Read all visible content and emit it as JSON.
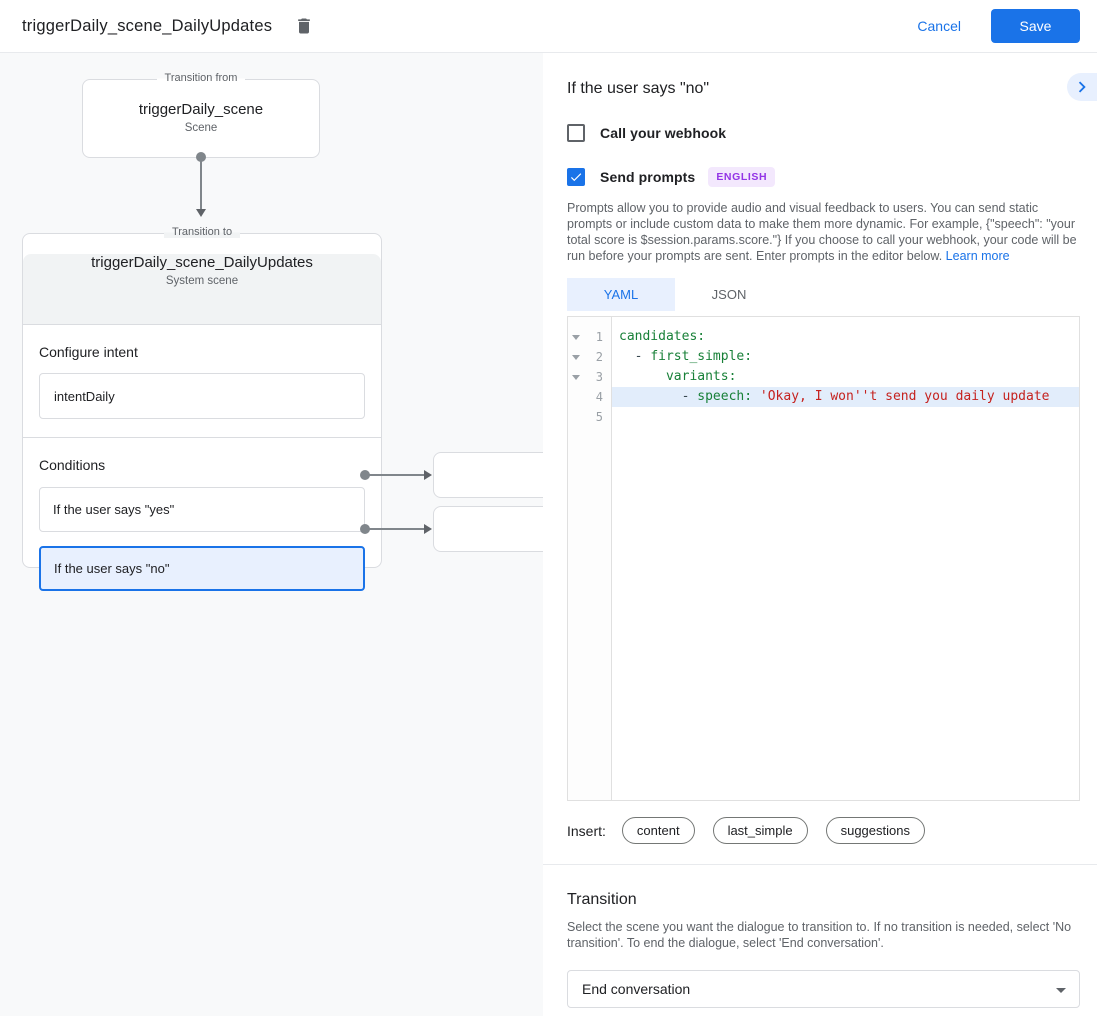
{
  "header": {
    "title": "triggerDaily_scene_DailyUpdates",
    "cancel_label": "Cancel",
    "save_label": "Save"
  },
  "diagram": {
    "transition_from": {
      "legend": "Transition from",
      "name": "triggerDaily_scene",
      "type": "Scene"
    },
    "transition_to": {
      "legend": "Transition to",
      "name": "triggerDaily_scene_DailyUpdates",
      "type": "System scene"
    },
    "configure_intent": {
      "label": "Configure intent",
      "value": "intentDaily"
    },
    "conditions": {
      "label": "Conditions",
      "items": [
        {
          "label": "If the user says \"yes\"",
          "selected": false
        },
        {
          "label": "If the user says \"no\"",
          "selected": true
        }
      ]
    }
  },
  "panel": {
    "title": "If the user says \"no\"",
    "webhook": {
      "label": "Call your webhook",
      "checked": false
    },
    "send_prompts": {
      "label": "Send prompts",
      "badge": "ENGLISH",
      "checked": true
    },
    "description": "Prompts allow you to provide audio and visual feedback to users. You can send static prompts or include custom data to make them more dynamic. For example, {\"speech\": \"your total score is $session.params.score.\"} If you choose to call your webhook, your code will be run before your prompts are sent. Enter prompts in the editor below. ",
    "learn_more": "Learn more",
    "tabs": [
      {
        "label": "YAML",
        "active": true
      },
      {
        "label": "JSON",
        "active": false
      }
    ],
    "editor_lines": [
      {
        "num": "1",
        "pre": "",
        "key": "candidates:",
        "str": ""
      },
      {
        "num": "2",
        "pre": "  - ",
        "key": "first_simple:",
        "str": ""
      },
      {
        "num": "3",
        "pre": "      ",
        "key": "variants:",
        "str": ""
      },
      {
        "num": "4",
        "pre": "        - ",
        "key": "speech: ",
        "str": "'Okay, I won''t send you daily update"
      },
      {
        "num": "5",
        "pre": "",
        "key": "",
        "str": ""
      }
    ],
    "insert": {
      "label": "Insert:",
      "chips": [
        "content",
        "last_simple",
        "suggestions"
      ]
    },
    "transition": {
      "title": "Transition",
      "description": "Select the scene you want the dialogue to transition to. If no transition is needed, select 'No transition'. To end the dialogue, select 'End conversation'.",
      "value": "End conversation"
    }
  },
  "icons": {
    "delete": "trash-icon",
    "collapse": "chevron-right-icon",
    "check": "check-icon",
    "fold": "triangle-down-icon",
    "dropdown": "caret-down-icon"
  },
  "colors": {
    "accent_blue": "#1a73e8",
    "selected_bg": "#e8f0fe",
    "badge_bg": "#f3e8fd",
    "badge_text": "#9334e6",
    "code_key": "#188038",
    "code_string": "#c5221f",
    "line_highlight": "#e2edfb",
    "canvas_bg": "#f8f9fa"
  }
}
